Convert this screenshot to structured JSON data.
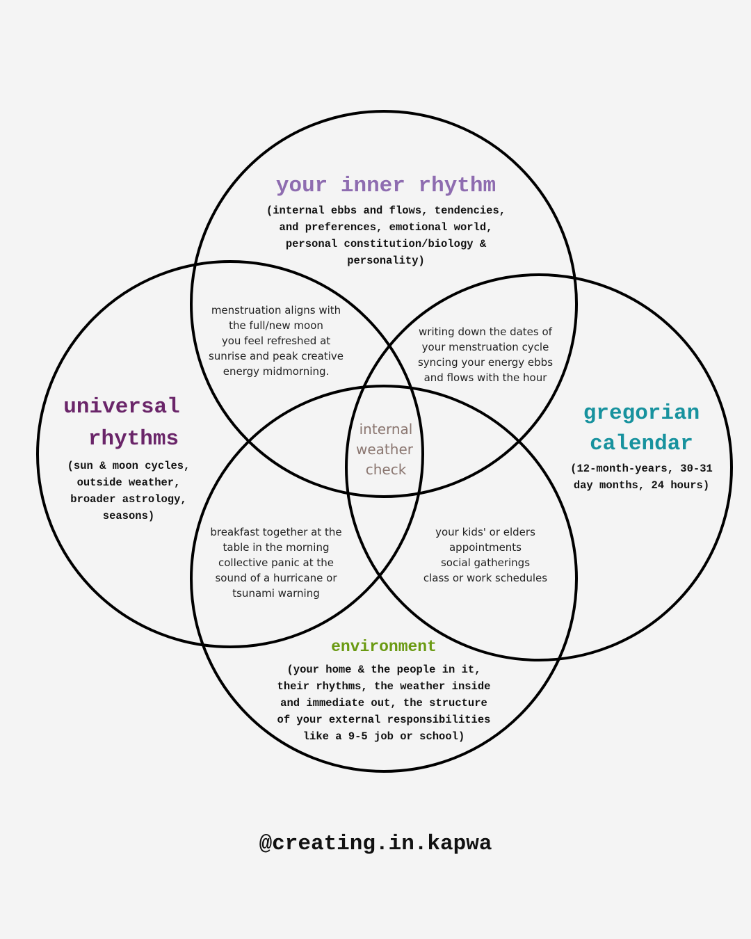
{
  "colors": {
    "background": "#f4f4f4",
    "inner": "#8e6cb0",
    "universal": "#6a2569",
    "gregorian": "#17929e",
    "environment": "#6a9a12",
    "center": "#8a7670"
  },
  "circles": {
    "inner": {
      "title": "your inner rhythm",
      "desc": [
        "(internal ebbs and flows, tendencies,",
        "and preferences, emotional world,",
        "personal constitution/biology &",
        "personality)"
      ]
    },
    "universal": {
      "title": [
        "universal",
        "rhythms"
      ],
      "desc": [
        "(sun & moon cycles,",
        "outside weather,",
        "broader astrology,",
        "seasons)"
      ]
    },
    "gregorian": {
      "title": [
        "gregorian",
        "calendar"
      ],
      "desc": [
        "(12-month-years, 30-31",
        "day months, 24 hours)"
      ]
    },
    "environment": {
      "title": "environment",
      "desc": [
        "(your home & the people in it,",
        "their rhythms, the weather inside",
        "and immediate out, the structure",
        "of your external responsibilities",
        "like a 9-5 job or school)"
      ]
    }
  },
  "overlaps": {
    "inner_universal": [
      "menstruation aligns with",
      "the full/new moon",
      "you feel refreshed at",
      "sunrise and peak creative",
      "energy midmorning."
    ],
    "inner_gregorian": [
      "writing down the dates of",
      "your menstruation cycle",
      "syncing your energy ebbs",
      "and flows with the hour"
    ],
    "universal_environment": [
      "breakfast together at the",
      "table in the morning",
      "collective panic at the",
      "sound of a hurricane or",
      "tsunami warning"
    ],
    "gregorian_environment": [
      "your kids' or elders",
      "appointments",
      "social gatherings",
      "class or work schedules"
    ]
  },
  "center": [
    "internal",
    "weather",
    "check"
  ],
  "footer": "@creating.in.kapwa"
}
